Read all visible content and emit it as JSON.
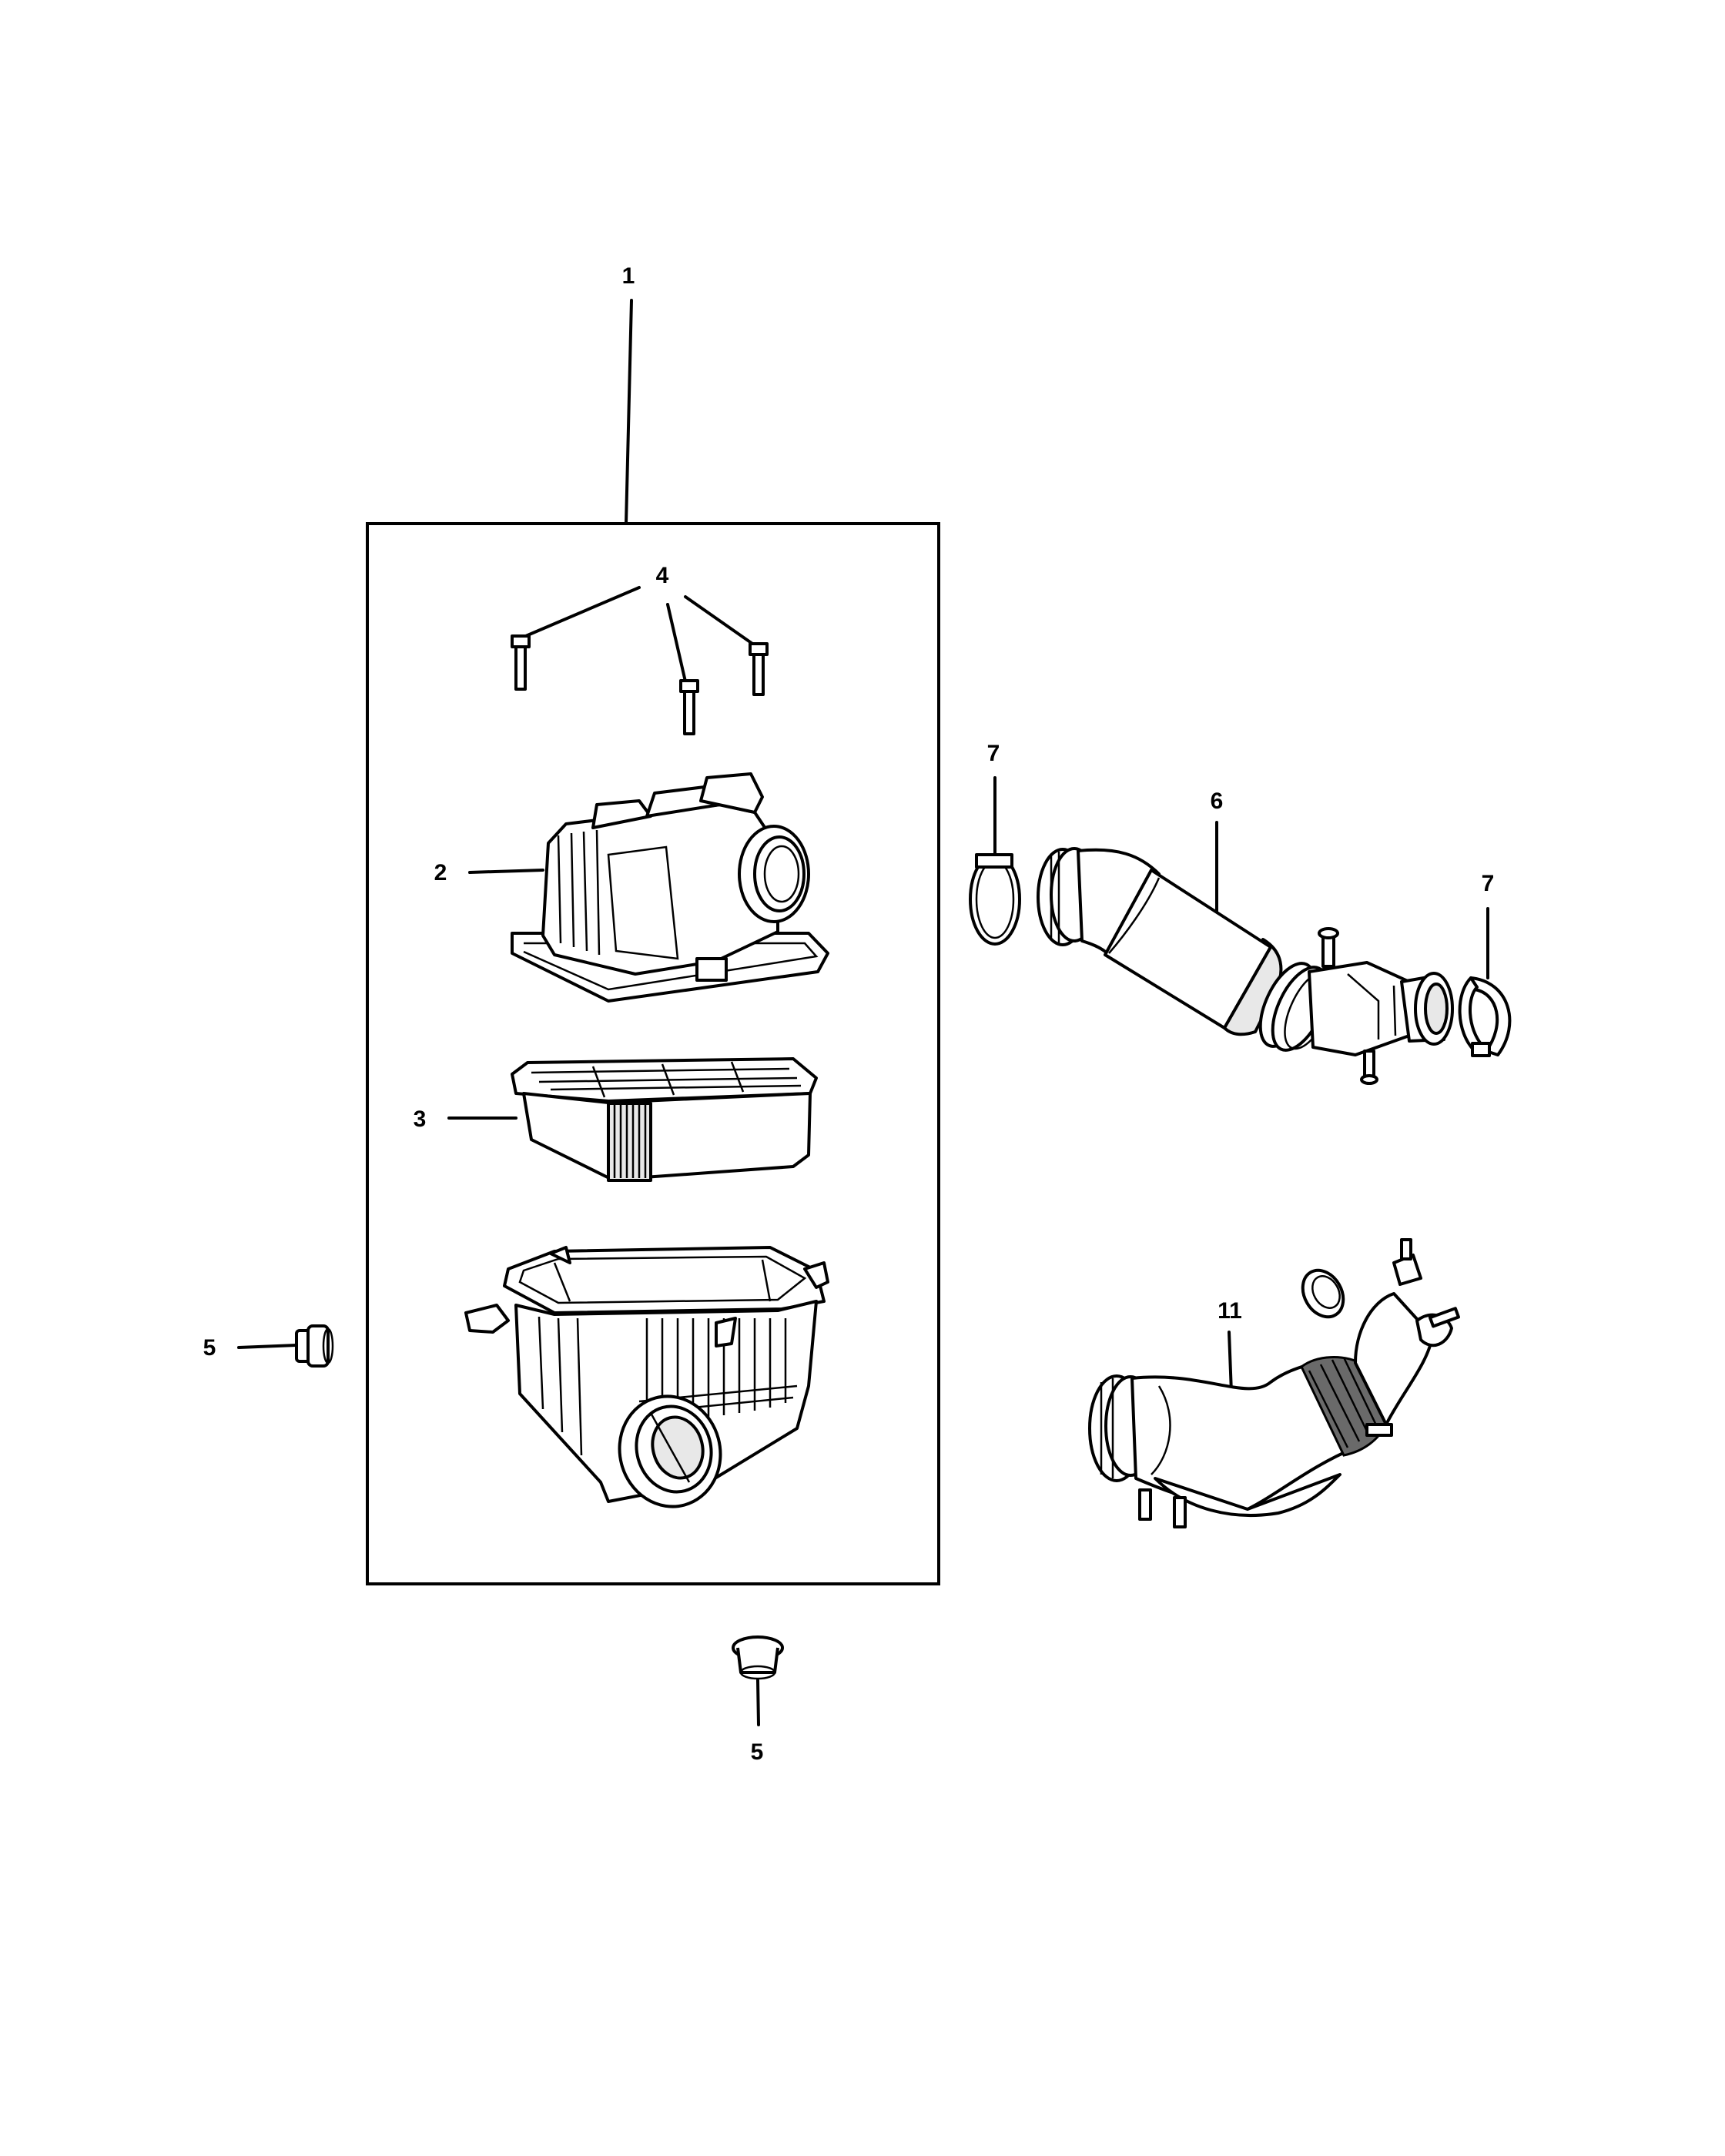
{
  "callouts": {
    "c1": "1",
    "c2": "2",
    "c3": "3",
    "c4": "4",
    "c5a": "5",
    "c5b": "5",
    "c6": "6",
    "c7a": "7",
    "c7b": "7",
    "c11": "11"
  }
}
